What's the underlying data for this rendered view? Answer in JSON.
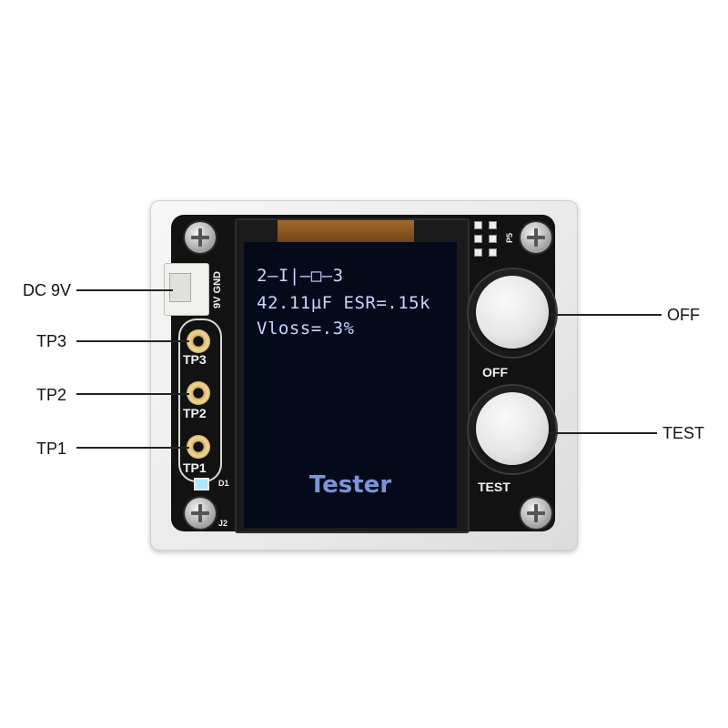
{
  "callouts": {
    "dc9v": "DC 9V",
    "tp3": "TP3",
    "tp2": "TP2",
    "tp1": "TP1",
    "off": "OFF",
    "test": "TEST"
  },
  "pcb_silkscreen": {
    "power_pins": "9V GND",
    "tp3": "TP3",
    "tp2": "TP2",
    "tp1": "TP1",
    "d1": "D1",
    "j2": "J2",
    "p5": "P5",
    "off": "OFF",
    "test": "TEST"
  },
  "lcd": {
    "line1": "2—I|—□—3",
    "line2": "42.11µF ESR=.15k",
    "line3": "Vloss=.3%",
    "footer": "Tester"
  },
  "colors": {
    "lcd_text": "#c9d4ff",
    "lcd_footer": "#7d94d8",
    "pcb": "#121212",
    "button_cap": "#e6e6e6"
  }
}
